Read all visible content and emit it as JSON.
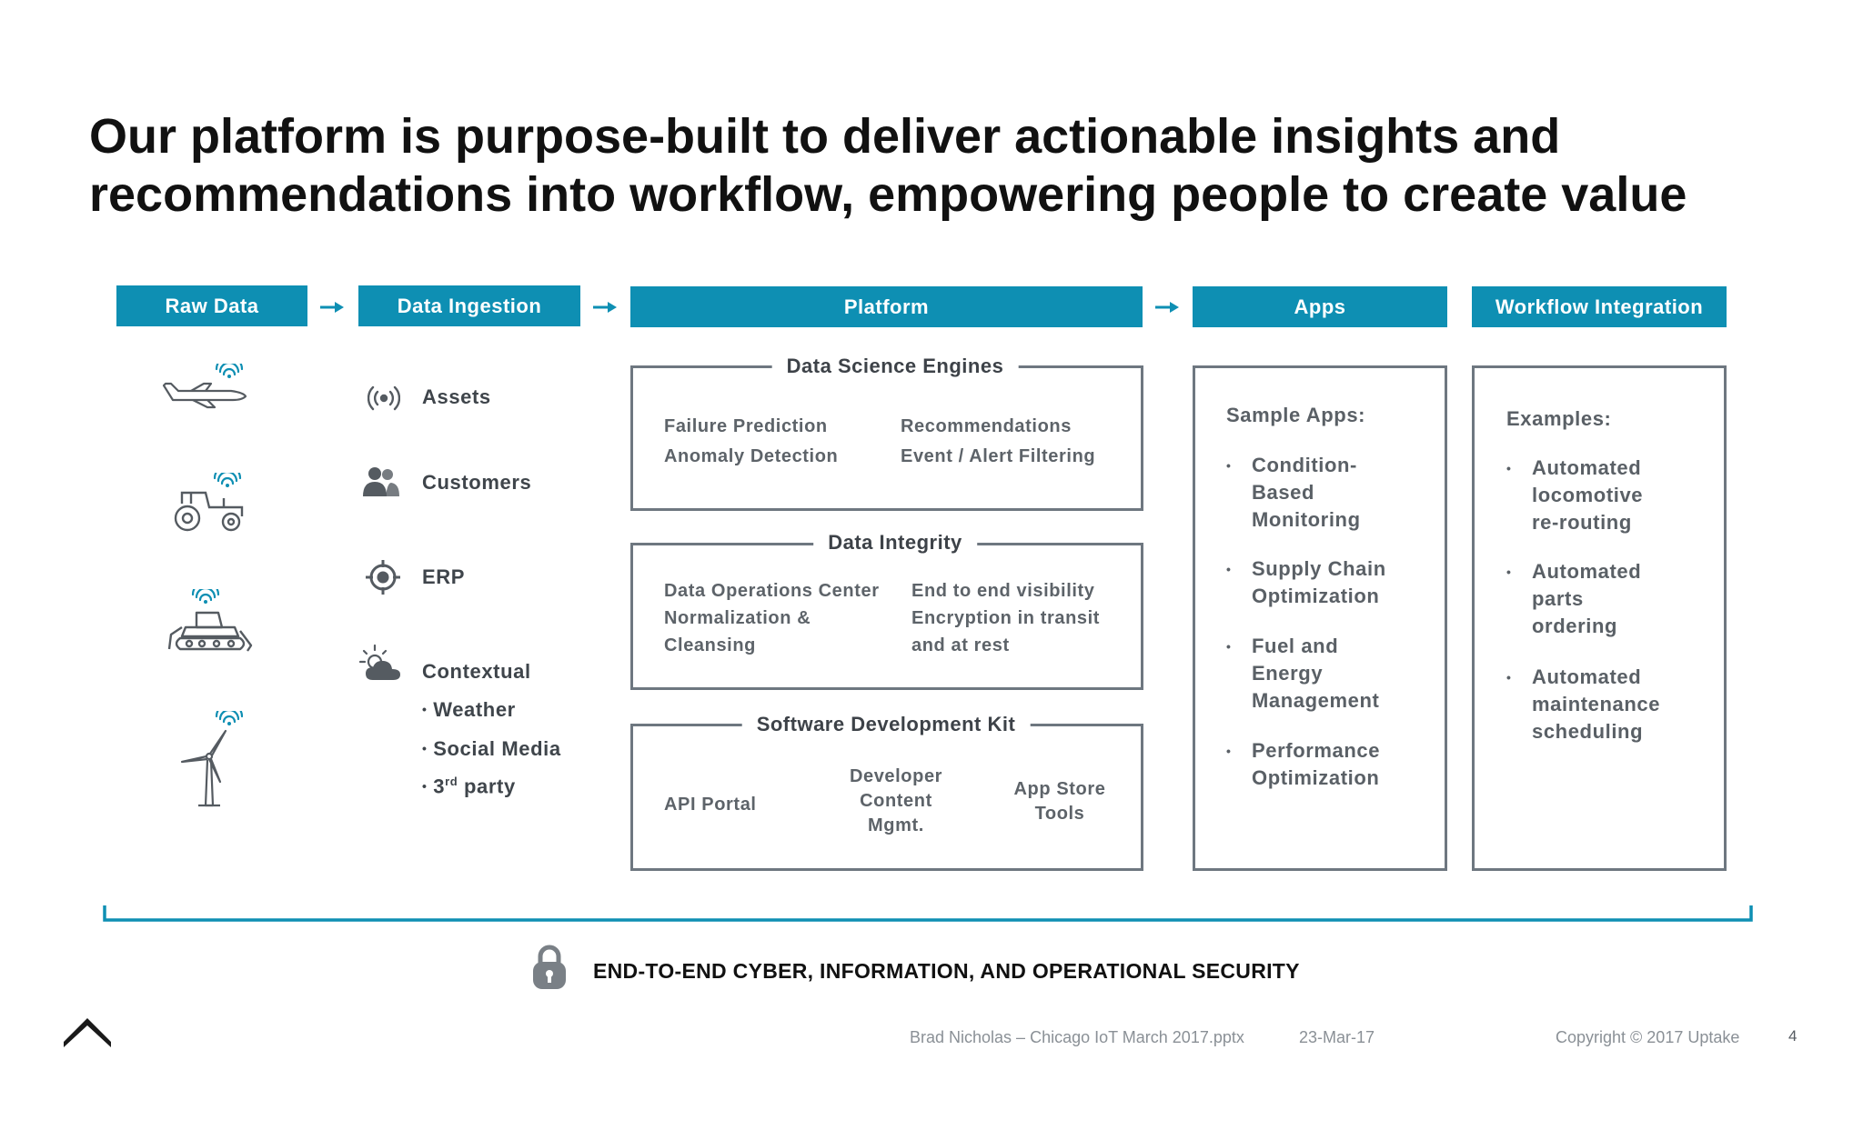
{
  "title_lines": [
    "Our platform is purpose-built to deliver actionable insights and",
    "recommendations into workflow, empowering people to create value"
  ],
  "headers": {
    "raw_data": "Raw Data",
    "data_ingestion": "Data Ingestion",
    "platform": "Platform",
    "apps": "Apps",
    "workflow": "Workflow Integration"
  },
  "raw_data_icons": [
    "airplane-icon",
    "tractor-icon",
    "bulldozer-icon",
    "wind-turbine-icon"
  ],
  "ingestion": {
    "assets": "Assets",
    "customers": "Customers",
    "erp": "ERP",
    "contextual": "Contextual",
    "contextual_items": [
      "Weather",
      "Social Media"
    ],
    "third_party": {
      "prefix": "3",
      "sup": "rd",
      "suffix": " party"
    }
  },
  "platform": {
    "dse": {
      "title": "Data Science Engines",
      "left": [
        "Failure Prediction",
        "Anomaly Detection"
      ],
      "right": [
        "Recommendations",
        "Event / Alert Filtering"
      ]
    },
    "di": {
      "title": "Data Integrity",
      "left": [
        "Data Operations Center",
        "Normalization &",
        "Cleansing"
      ],
      "right": [
        "End to end visibility",
        "Encryption in transit",
        "and at rest"
      ]
    },
    "sdk": {
      "title": "Software Development Kit",
      "api": "API Portal",
      "dev": [
        "Developer",
        "Content",
        "Mgmt."
      ],
      "store": [
        "App Store",
        "Tools"
      ]
    }
  },
  "apps": {
    "heading": "Sample Apps:",
    "items": [
      [
        "Condition-",
        "Based",
        "Monitoring"
      ],
      [
        "Supply Chain",
        "Optimization"
      ],
      [
        "Fuel and",
        "Energy",
        "Management"
      ],
      [
        "Performance",
        "Optimization"
      ]
    ]
  },
  "workflow": {
    "heading": "Examples:",
    "items": [
      [
        "Automated",
        "locomotive",
        "re-routing"
      ],
      [
        "Automated",
        "parts",
        "ordering"
      ],
      [
        "Automated",
        "maintenance",
        "scheduling"
      ]
    ]
  },
  "security": "END-TO-END CYBER, INFORMATION, AND OPERATIONAL SECURITY",
  "footer": {
    "file": "Brad Nicholas – Chicago IoT March 2017.pptx",
    "date": "23-Mar-17",
    "copyright": "Copyright © 2017 Uptake",
    "page": "4"
  },
  "colors": {
    "accent": "#0e8fb3",
    "box_border": "#6e7780",
    "text": "#3f454b"
  }
}
